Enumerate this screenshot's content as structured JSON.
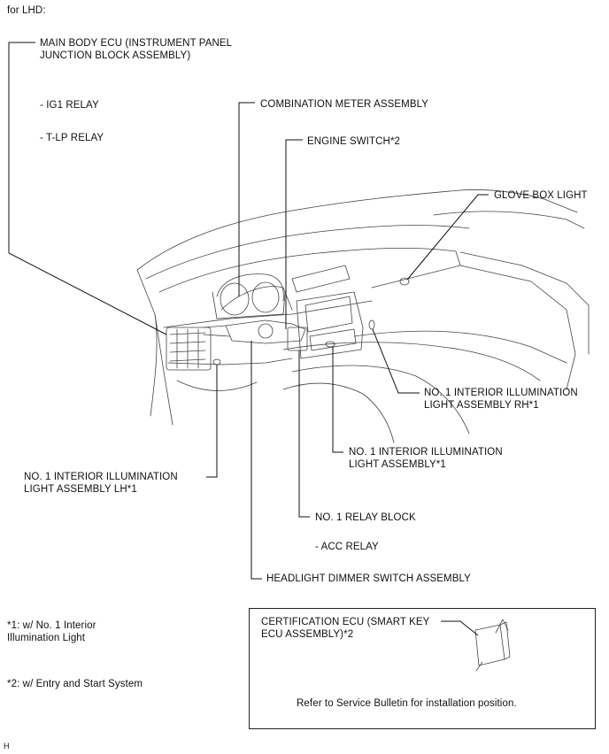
{
  "header": {
    "variant": "for LHD:"
  },
  "callouts": {
    "main_body_ecu": "MAIN BODY ECU (INSTRUMENT PANEL\nJUNCTION BLOCK ASSEMBLY)",
    "ig1_relay": "- IG1 RELAY",
    "tlp_relay": "- T-LP RELAY",
    "combination_meter": "COMBINATION METER ASSEMBLY",
    "engine_switch": "ENGINE SWITCH*2",
    "glove_box_light": "GLOVE BOX LIGHT",
    "interior_light_rh": "NO. 1 INTERIOR ILLUMINATION\nLIGHT ASSEMBLY RH*1",
    "interior_light": "NO. 1 INTERIOR ILLUMINATION\nLIGHT ASSEMBLY*1",
    "interior_light_lh": "NO. 1 INTERIOR ILLUMINATION\nLIGHT ASSEMBLY LH*1",
    "relay_block": "NO. 1 RELAY BLOCK",
    "acc_relay": "- ACC RELAY",
    "headlight_switch": "HEADLIGHT DIMMER SWITCH ASSEMBLY"
  },
  "footnotes": {
    "note1": "*1: w/ No. 1 Interior\nIllumination Light",
    "note2": "*2: w/ Entry and Start System"
  },
  "cert_box": {
    "label": "CERTIFICATION ECU (SMART KEY\nECU ASSEMBLY)*2",
    "instruction": "Refer to Service Bulletin for installation position."
  },
  "figure_code": "H"
}
